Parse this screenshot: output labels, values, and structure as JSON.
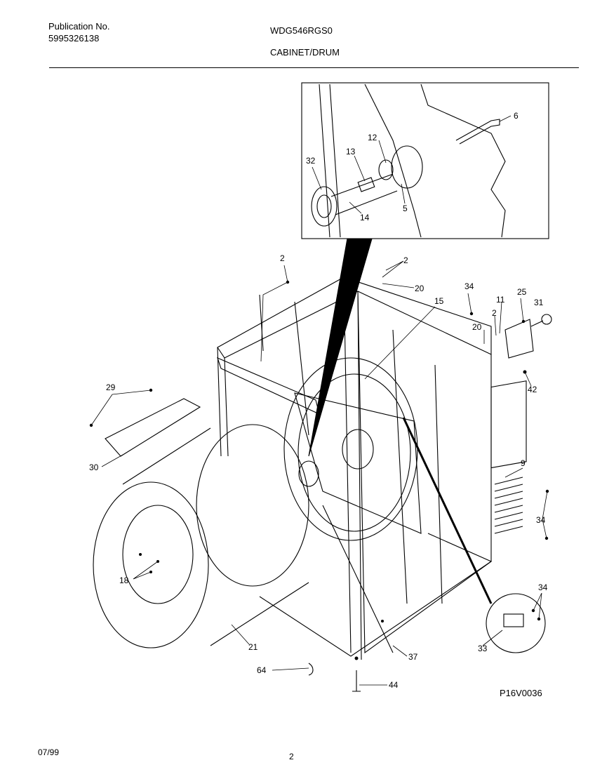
{
  "header": {
    "publication_label": "Publication No.",
    "publication_number": "5995326138",
    "model": "WDG546RGS0",
    "section": "CABINET/DRUM"
  },
  "diagram": {
    "code": "P16V0036",
    "callouts": [
      "6",
      "12",
      "13",
      "32",
      "5",
      "14",
      "2",
      "2",
      "20",
      "34",
      "15",
      "11",
      "25",
      "31",
      "2",
      "20",
      "42",
      "29",
      "30",
      "9",
      "34",
      "18",
      "34",
      "21",
      "37",
      "33",
      "64",
      "44"
    ]
  },
  "footer": {
    "date": "07/99",
    "page": "2"
  }
}
